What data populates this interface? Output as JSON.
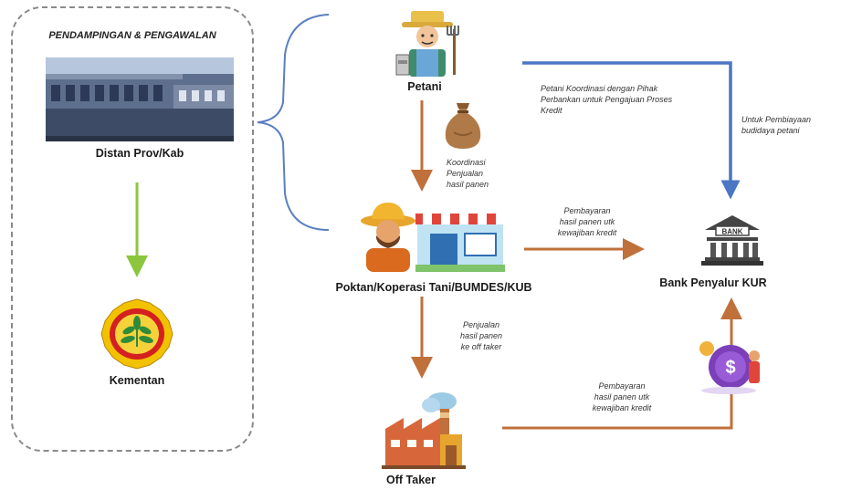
{
  "box_title": "PENDAMPINGAN & PENGAWALAN",
  "nodes": {
    "distan": "Distan Prov/Kab",
    "kementan": "Kementan",
    "petani": "Petani",
    "poktan": "Poktan/Koperasi Tani/BUMDES/KUB",
    "bank": "Bank Penyalur KUR",
    "offtaker": "Off Taker"
  },
  "bank_sign": "BANK",
  "notes": {
    "koordinasi_line1": "Koordinasi",
    "koordinasi_line2": "Penjualan",
    "koordinasi_line3": "hasil panen",
    "petani_bank_line1": "Petani Koordinasi dengan Pihak",
    "petani_bank_line2": "Perbankan untuk Pengajuan Proses",
    "petani_bank_line3": "Kredit",
    "pembiayaan_line1": "Untuk Pembiayaan",
    "pembiayaan_line2": "budidaya petani",
    "pay1_line1": "Pembayaran",
    "pay1_line2": "hasil panen utk",
    "pay1_line3": "kewajiban kredit",
    "jual_line1": "Penjualan",
    "jual_line2": "hasil panen",
    "jual_line3": "ke off taker",
    "pay2_line1": "Pembayaran",
    "pay2_line2": "hasil panen utk",
    "pay2_line3": "kewajiban kredit"
  },
  "colors": {
    "orange_arrow": "#c0703a",
    "blue_arrow": "#4a76c4",
    "green_arrow": "#8cc63f",
    "brace": "#5a7fc0"
  }
}
